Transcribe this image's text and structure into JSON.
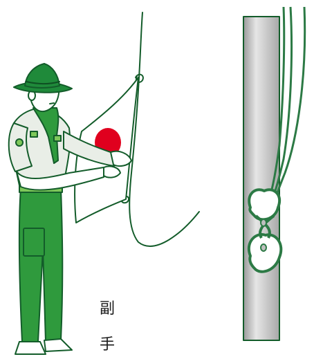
{
  "caption": {
    "line1": "副",
    "line2": "手"
  },
  "illustration": {
    "left": "scout-raising-flag",
    "right": "halyard-knot-on-pole"
  },
  "colors": {
    "uniform_shirt": "#e9eee7",
    "uniform_green": "#2f9a3d",
    "hat_green": "#1f8a3a",
    "outline": "#135c2a",
    "flag_red": "#e0001e",
    "skin": "#ffffff",
    "pole_gray": "#bfbfbf",
    "rope_green": "#2c7a45"
  }
}
